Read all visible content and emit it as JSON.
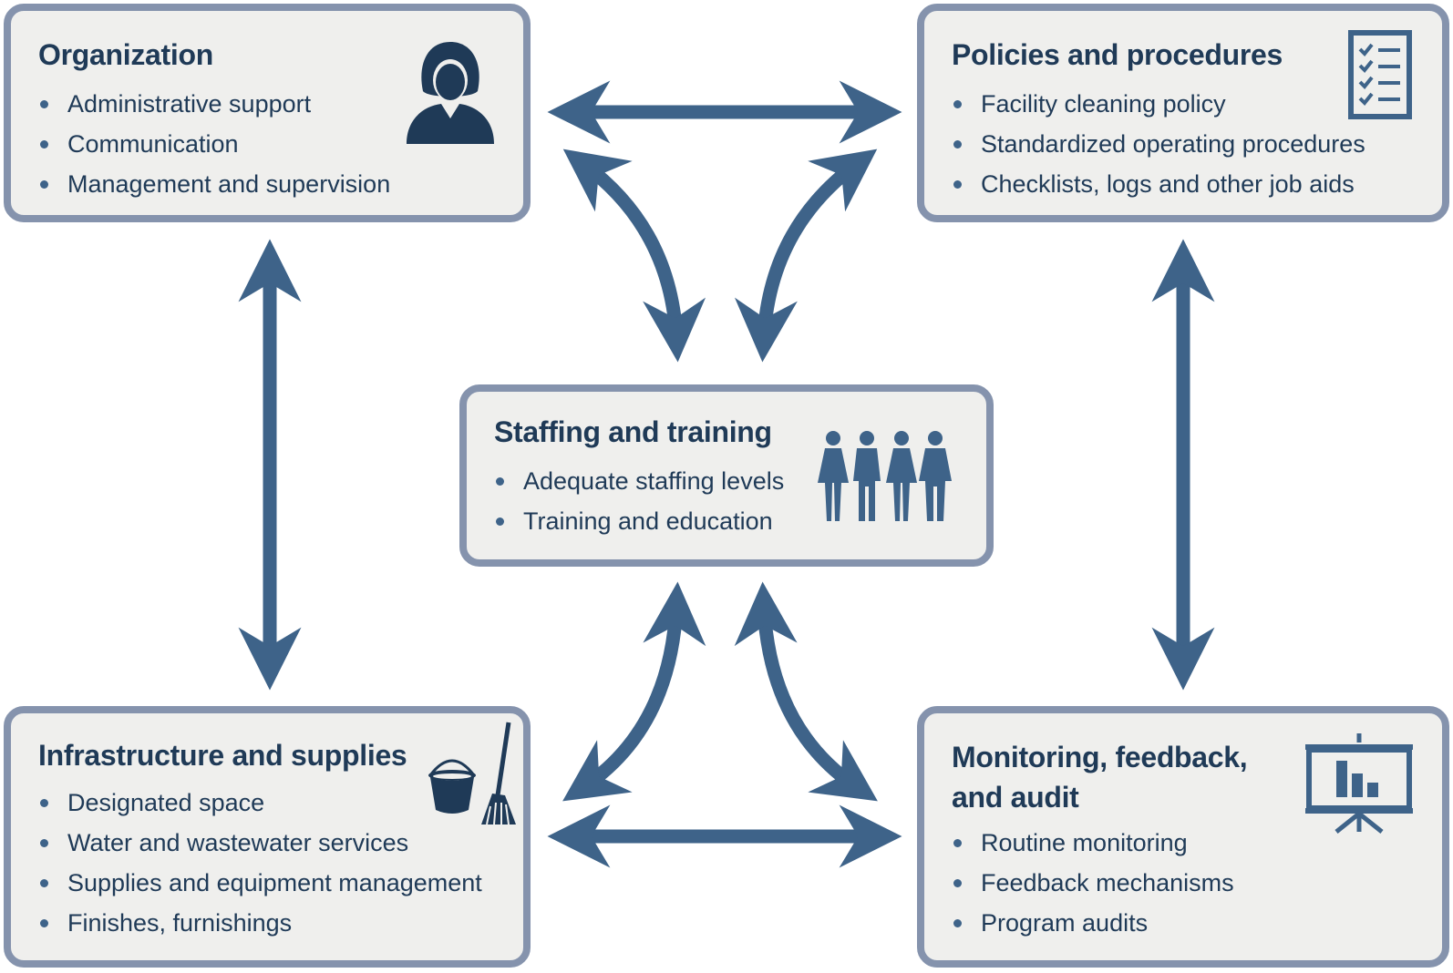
{
  "organization": {
    "title": "Organization",
    "items": [
      "Administrative support",
      "Communication",
      "Management and supervision"
    ],
    "icon": "person-icon"
  },
  "policies": {
    "title": "Policies and procedures",
    "items": [
      "Facility cleaning policy",
      "Standardized operating procedures",
      "Checklists, logs and other job aids"
    ],
    "icon": "checklist-icon"
  },
  "staffing": {
    "title": "Staffing and training",
    "items": [
      "Adequate staffing levels",
      "Training and education"
    ],
    "icon": "people-group-icon"
  },
  "infrastructure": {
    "title": "Infrastructure and supplies",
    "items": [
      "Designated space",
      "Water and wastewater services",
      "Supplies and equipment management",
      "Finishes, furnishings"
    ],
    "icon": "bucket-mop-icon"
  },
  "monitoring": {
    "title_line1": "Monitoring, feedback,",
    "title_line2": "and audit",
    "items": [
      "Routine monitoring",
      "Feedback mechanisms",
      "Program audits"
    ],
    "icon": "presentation-chart-icon"
  },
  "colors": {
    "arrow": "#3e6389",
    "box_border": "#8593ad",
    "box_fill": "#efefed",
    "text": "#1f3a57"
  }
}
